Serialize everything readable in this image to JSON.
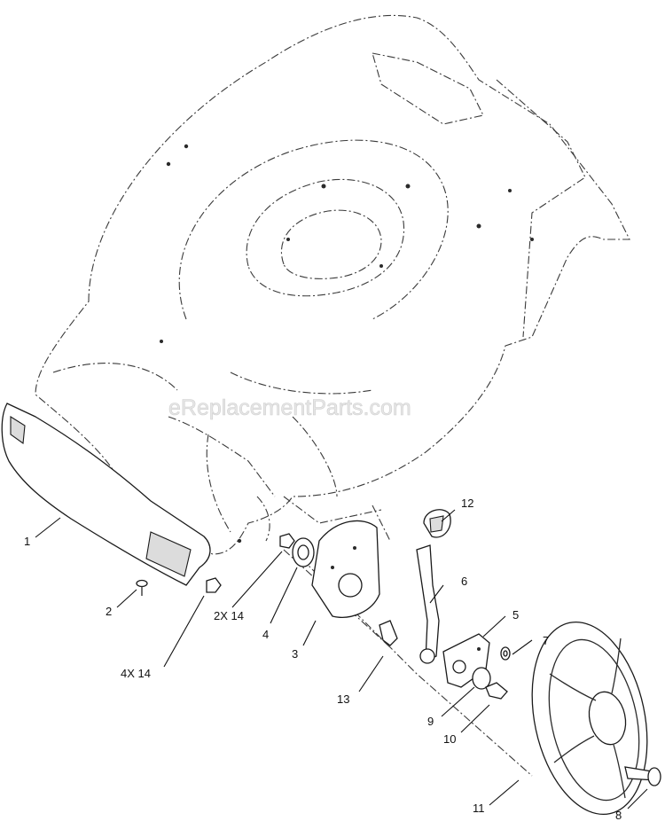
{
  "watermark": "eReplacementParts.com",
  "callouts": {
    "c1": "1",
    "c2": "2",
    "c2x14": "2X 14",
    "c3": "3",
    "c4": "4",
    "c4x14": "4X 14",
    "c5": "5",
    "c6": "6",
    "c7": "7",
    "c8": "8",
    "c9": "9",
    "c10": "10",
    "c11": "11",
    "c12": "12",
    "c13": "13"
  }
}
